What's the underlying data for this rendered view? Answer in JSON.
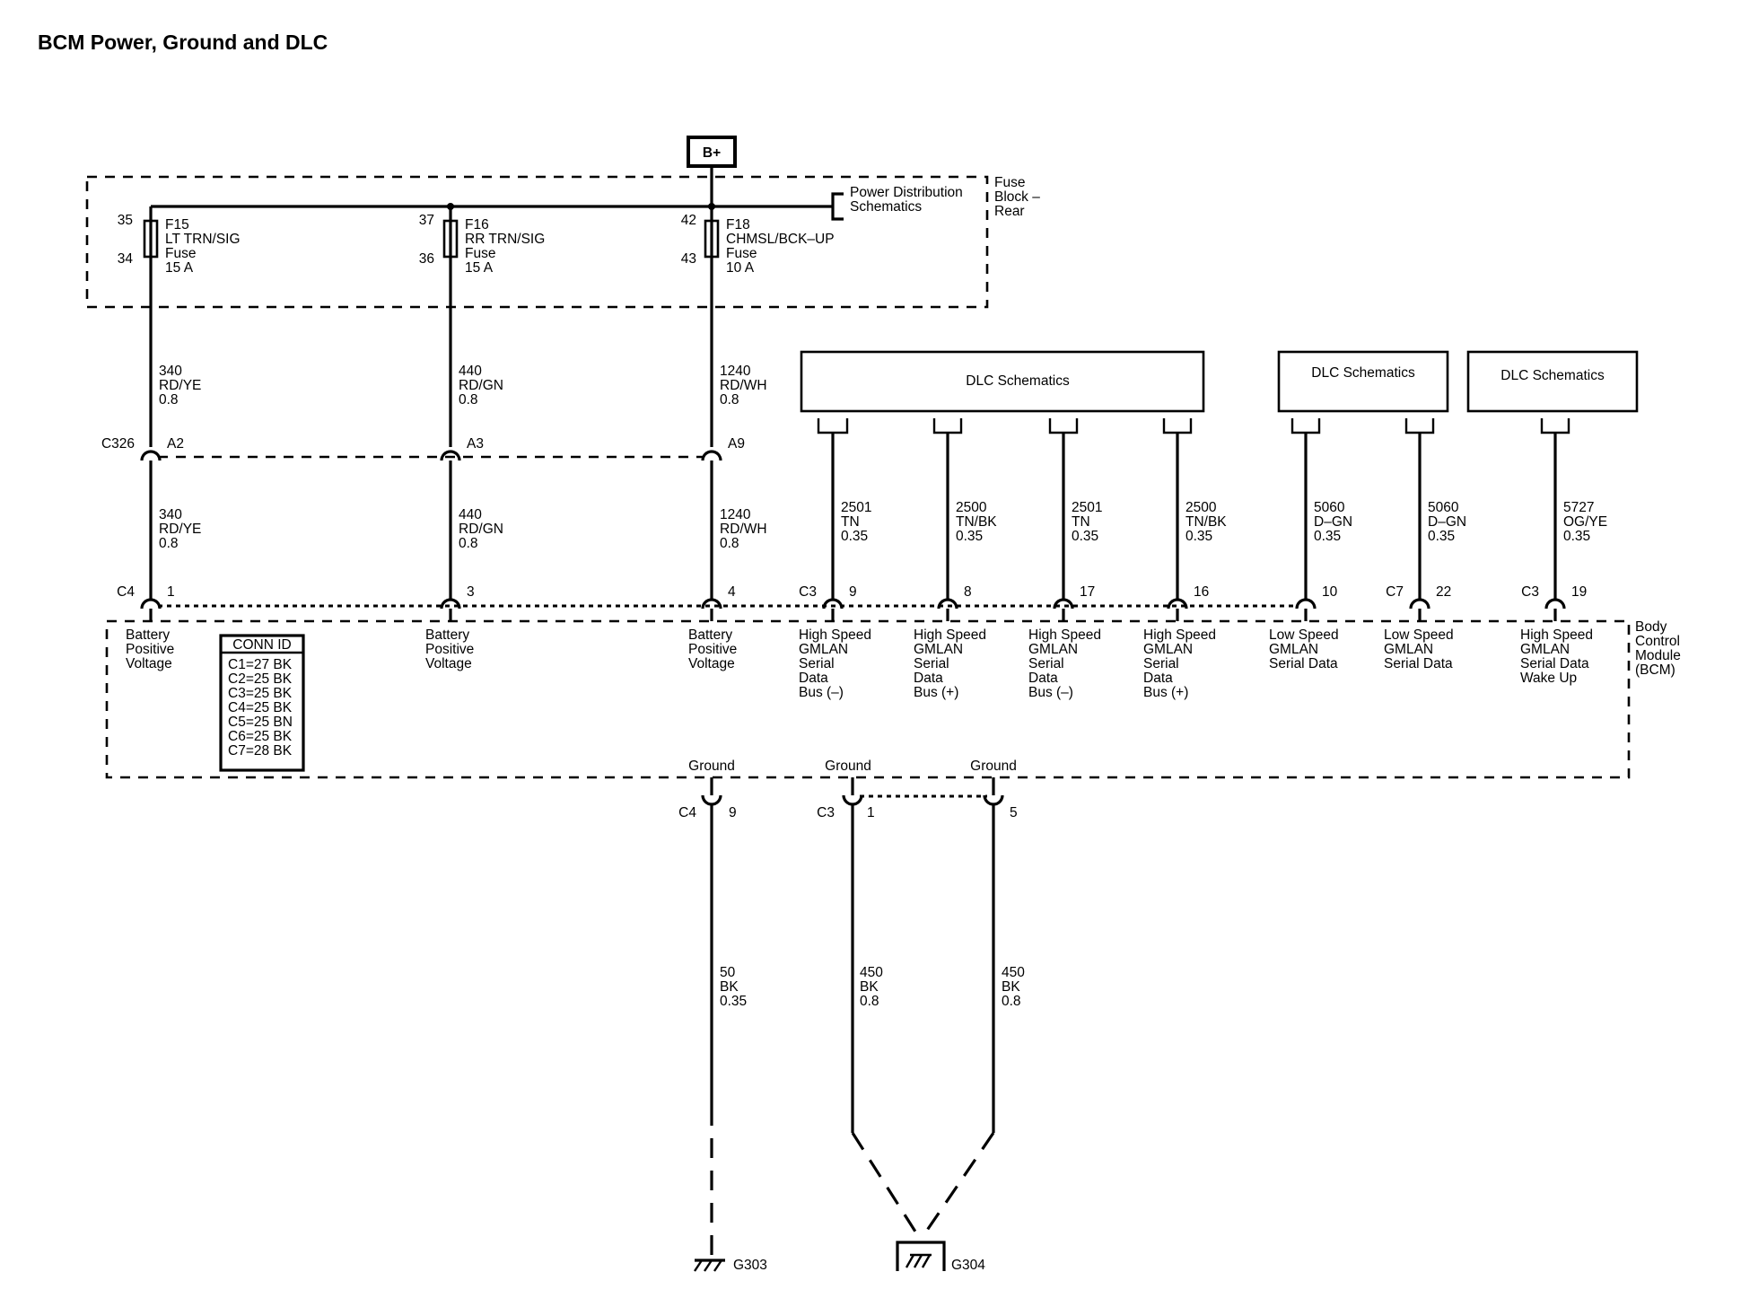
{
  "title": "BCM Power, Ground and DLC",
  "bplus": "B+",
  "fuse_block": {
    "label_lines": [
      "Fuse",
      "Block –",
      "Rear"
    ],
    "pds_lines": [
      "Power Distribution",
      "Schematics"
    ],
    "fuses": [
      {
        "pin_in": "35",
        "pin_out": "34",
        "lines": [
          "F15",
          "LT TRN/SIG",
          "Fuse",
          "15 A"
        ]
      },
      {
        "pin_in": "37",
        "pin_out": "36",
        "lines": [
          "F16",
          "RR TRN/SIG",
          "Fuse",
          "15 A"
        ]
      },
      {
        "pin_in": "42",
        "pin_out": "43",
        "lines": [
          "F18",
          "CHMSL/BCK–UP",
          "Fuse",
          "10 A"
        ]
      }
    ]
  },
  "c326": {
    "name": "C326",
    "pins": [
      "A2",
      "A3",
      "A9"
    ],
    "wires_upper": [
      [
        "340",
        "RD/YE",
        "0.8"
      ],
      [
        "440",
        "RD/GN",
        "0.8"
      ],
      [
        "1240",
        "RD/WH",
        "0.8"
      ]
    ],
    "wires_lower": [
      [
        "340",
        "RD/YE",
        "0.8"
      ],
      [
        "440",
        "RD/GN",
        "0.8"
      ],
      [
        "1240",
        "RD/WH",
        "0.8"
      ]
    ]
  },
  "dlc_boxes": [
    "DLC Schematics",
    "DLC Schematics",
    "DLC Schematics"
  ],
  "dlc_wires": [
    [
      "2501",
      "TN",
      "0.35"
    ],
    [
      "2500",
      "TN/BK",
      "0.35"
    ],
    [
      "2501",
      "TN",
      "0.35"
    ],
    [
      "2500",
      "TN/BK",
      "0.35"
    ],
    [
      "5060",
      "D–GN",
      "0.35"
    ],
    [
      "5060",
      "D–GN",
      "0.35"
    ],
    [
      "5727",
      "OG/YE",
      "0.35"
    ]
  ],
  "bcm": {
    "label_lines": [
      "Body",
      "Control",
      "Module",
      "(BCM)"
    ],
    "connector_names": [
      "C4",
      "C3",
      "C7",
      "C3"
    ],
    "pins": [
      "1",
      "3",
      "4",
      "9",
      "8",
      "17",
      "16",
      "10",
      "22",
      "19"
    ],
    "pin_functions": [
      [
        "Battery",
        "Positive",
        "Voltage"
      ],
      [
        "Battery",
        "Positive",
        "Voltage"
      ],
      [
        "Battery",
        "Positive",
        "Voltage"
      ],
      [
        "High Speed",
        "GMLAN",
        "Serial",
        "Data",
        "Bus (–)"
      ],
      [
        "High Speed",
        "GMLAN",
        "Serial",
        "Data",
        "Bus (+)"
      ],
      [
        "High Speed",
        "GMLAN",
        "Serial",
        "Data",
        "Bus (–)"
      ],
      [
        "High Speed",
        "GMLAN",
        "Serial",
        "Data",
        "Bus (+)"
      ],
      [
        "Low Speed",
        "GMLAN",
        "Serial Data"
      ],
      [
        "Low Speed",
        "GMLAN",
        "Serial Data"
      ],
      [
        "High Speed",
        "GMLAN",
        "Serial Data",
        "Wake Up"
      ]
    ],
    "conn_id": {
      "header": "CONN ID",
      "rows": [
        "C1=27 BK",
        "C2=25 BK",
        "C3=25 BK",
        "C4=25 BK",
        "C5=25 BN",
        "C6=25 BK",
        "C7=28 BK"
      ]
    },
    "ground_labels": [
      "Ground",
      "Ground",
      "Ground"
    ],
    "ground_connectors": [
      "C4",
      "C3"
    ],
    "ground_pins": [
      "9",
      "1",
      "5"
    ]
  },
  "ground_wires": [
    [
      "50",
      "BK",
      "0.35"
    ],
    [
      "450",
      "BK",
      "0.8"
    ],
    [
      "450",
      "BK",
      "0.8"
    ]
  ],
  "grounds": [
    "G303",
    "G304"
  ]
}
